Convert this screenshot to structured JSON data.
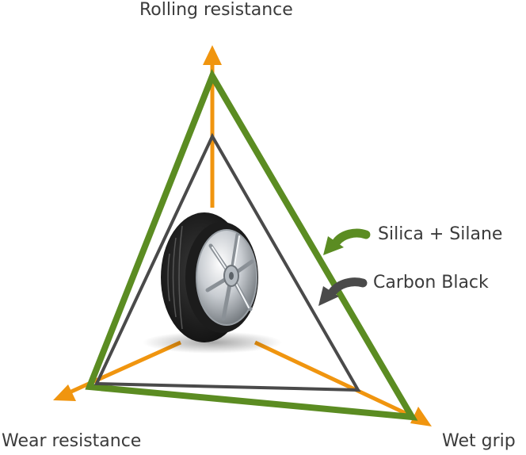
{
  "axes": {
    "top": "Rolling resistance",
    "bottom_left": "Wear resistance",
    "bottom_right": "Wet grip"
  },
  "legend": [
    {
      "label": "Silica + Silane",
      "color": "#5b8c22"
    },
    {
      "label": "Carbon Black",
      "color": "#4a4a4a"
    }
  ],
  "colors": {
    "axis_arrow": "#f0950f",
    "silica_triangle": "#5b8c22",
    "carbon_triangle": "#4a4a4a",
    "text": "#3b3b3b"
  },
  "center_image": "tire-with-alloy-wheel"
}
